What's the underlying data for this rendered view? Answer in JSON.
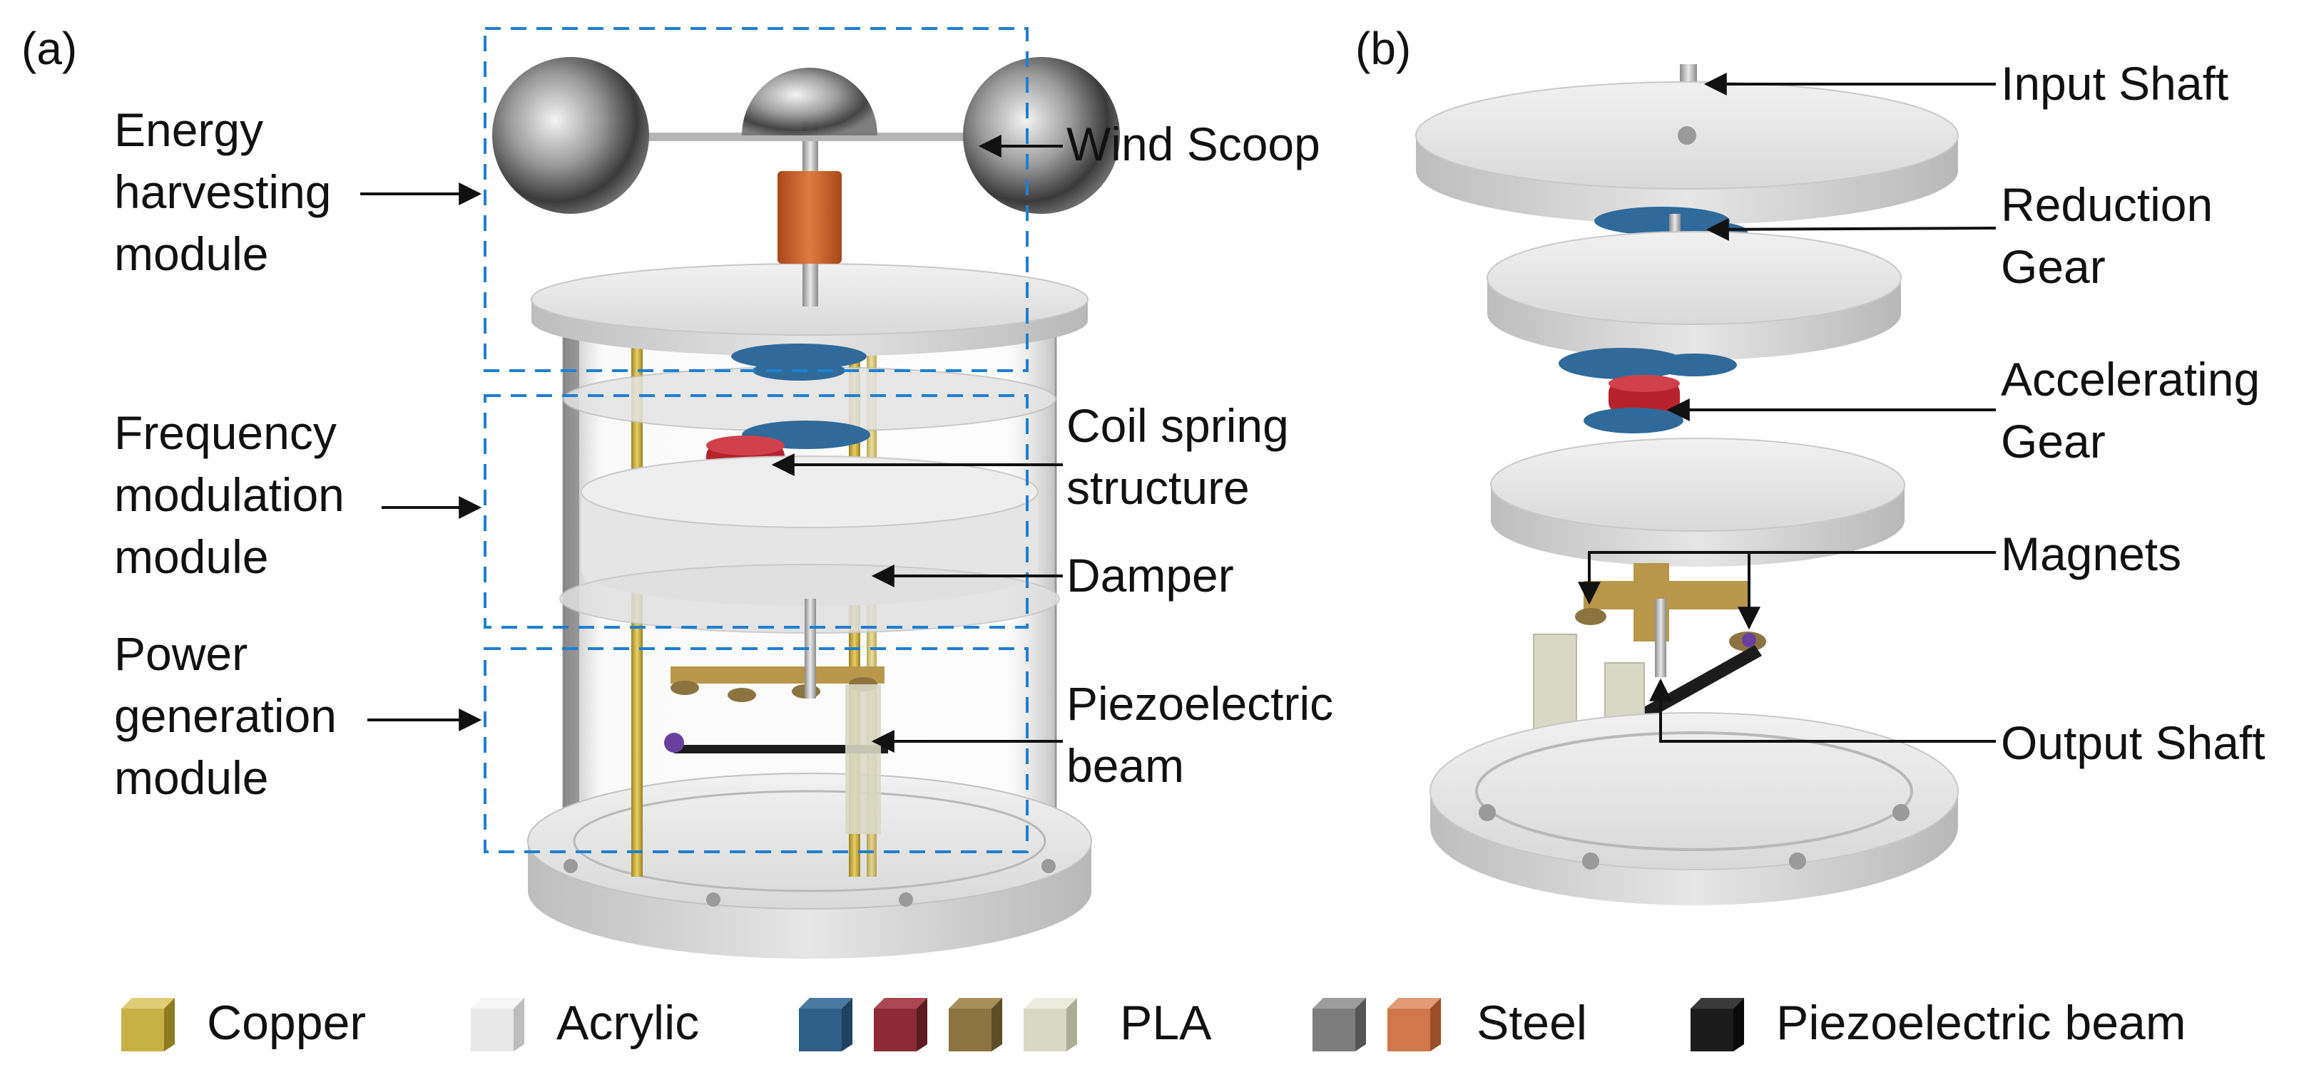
{
  "panels": {
    "a": "(a)",
    "b": "(b)"
  },
  "labels_a": {
    "energy_module": [
      "Energy",
      "harvesting",
      "module"
    ],
    "frequency_module": [
      "Frequency",
      "modulation",
      "module"
    ],
    "power_module": [
      "Power",
      "generation",
      "module"
    ],
    "wind_scoop": "Wind Scoop",
    "coil_spring": [
      "Coil spring",
      "structure"
    ],
    "damper": "Damper",
    "piezo_beam": [
      "Piezoelectric",
      "beam"
    ]
  },
  "labels_b": {
    "input_shaft": "Input Shaft",
    "reduction_gear": [
      "Reduction",
      "Gear"
    ],
    "accelerating_gear": [
      "Accelerating",
      "Gear"
    ],
    "magnets": "Magnets",
    "output_shaft": "Output Shaft"
  },
  "legend": [
    {
      "label": "Copper",
      "colors": [
        "#c7b046"
      ]
    },
    {
      "label": "Acrylic",
      "colors": [
        "#e7e7e7"
      ]
    },
    {
      "label": "PLA",
      "colors": [
        "#2f5f86",
        "#8c2b35",
        "#8c733f",
        "#d8d8c4"
      ]
    },
    {
      "label": "Steel",
      "colors": [
        "#7d7d7d",
        "#d0784a"
      ]
    },
    {
      "label": "Piezoelectric beam",
      "colors": [
        "#1c1c1c"
      ]
    }
  ],
  "colors": {
    "dashed_box": "#1f7fd1",
    "blue_gear": "#2f6a9a",
    "red_spring": "#b6232d",
    "brass": "#b8964a",
    "orange_sleeve": "#d0652a",
    "disc": "#e2e2e2"
  }
}
